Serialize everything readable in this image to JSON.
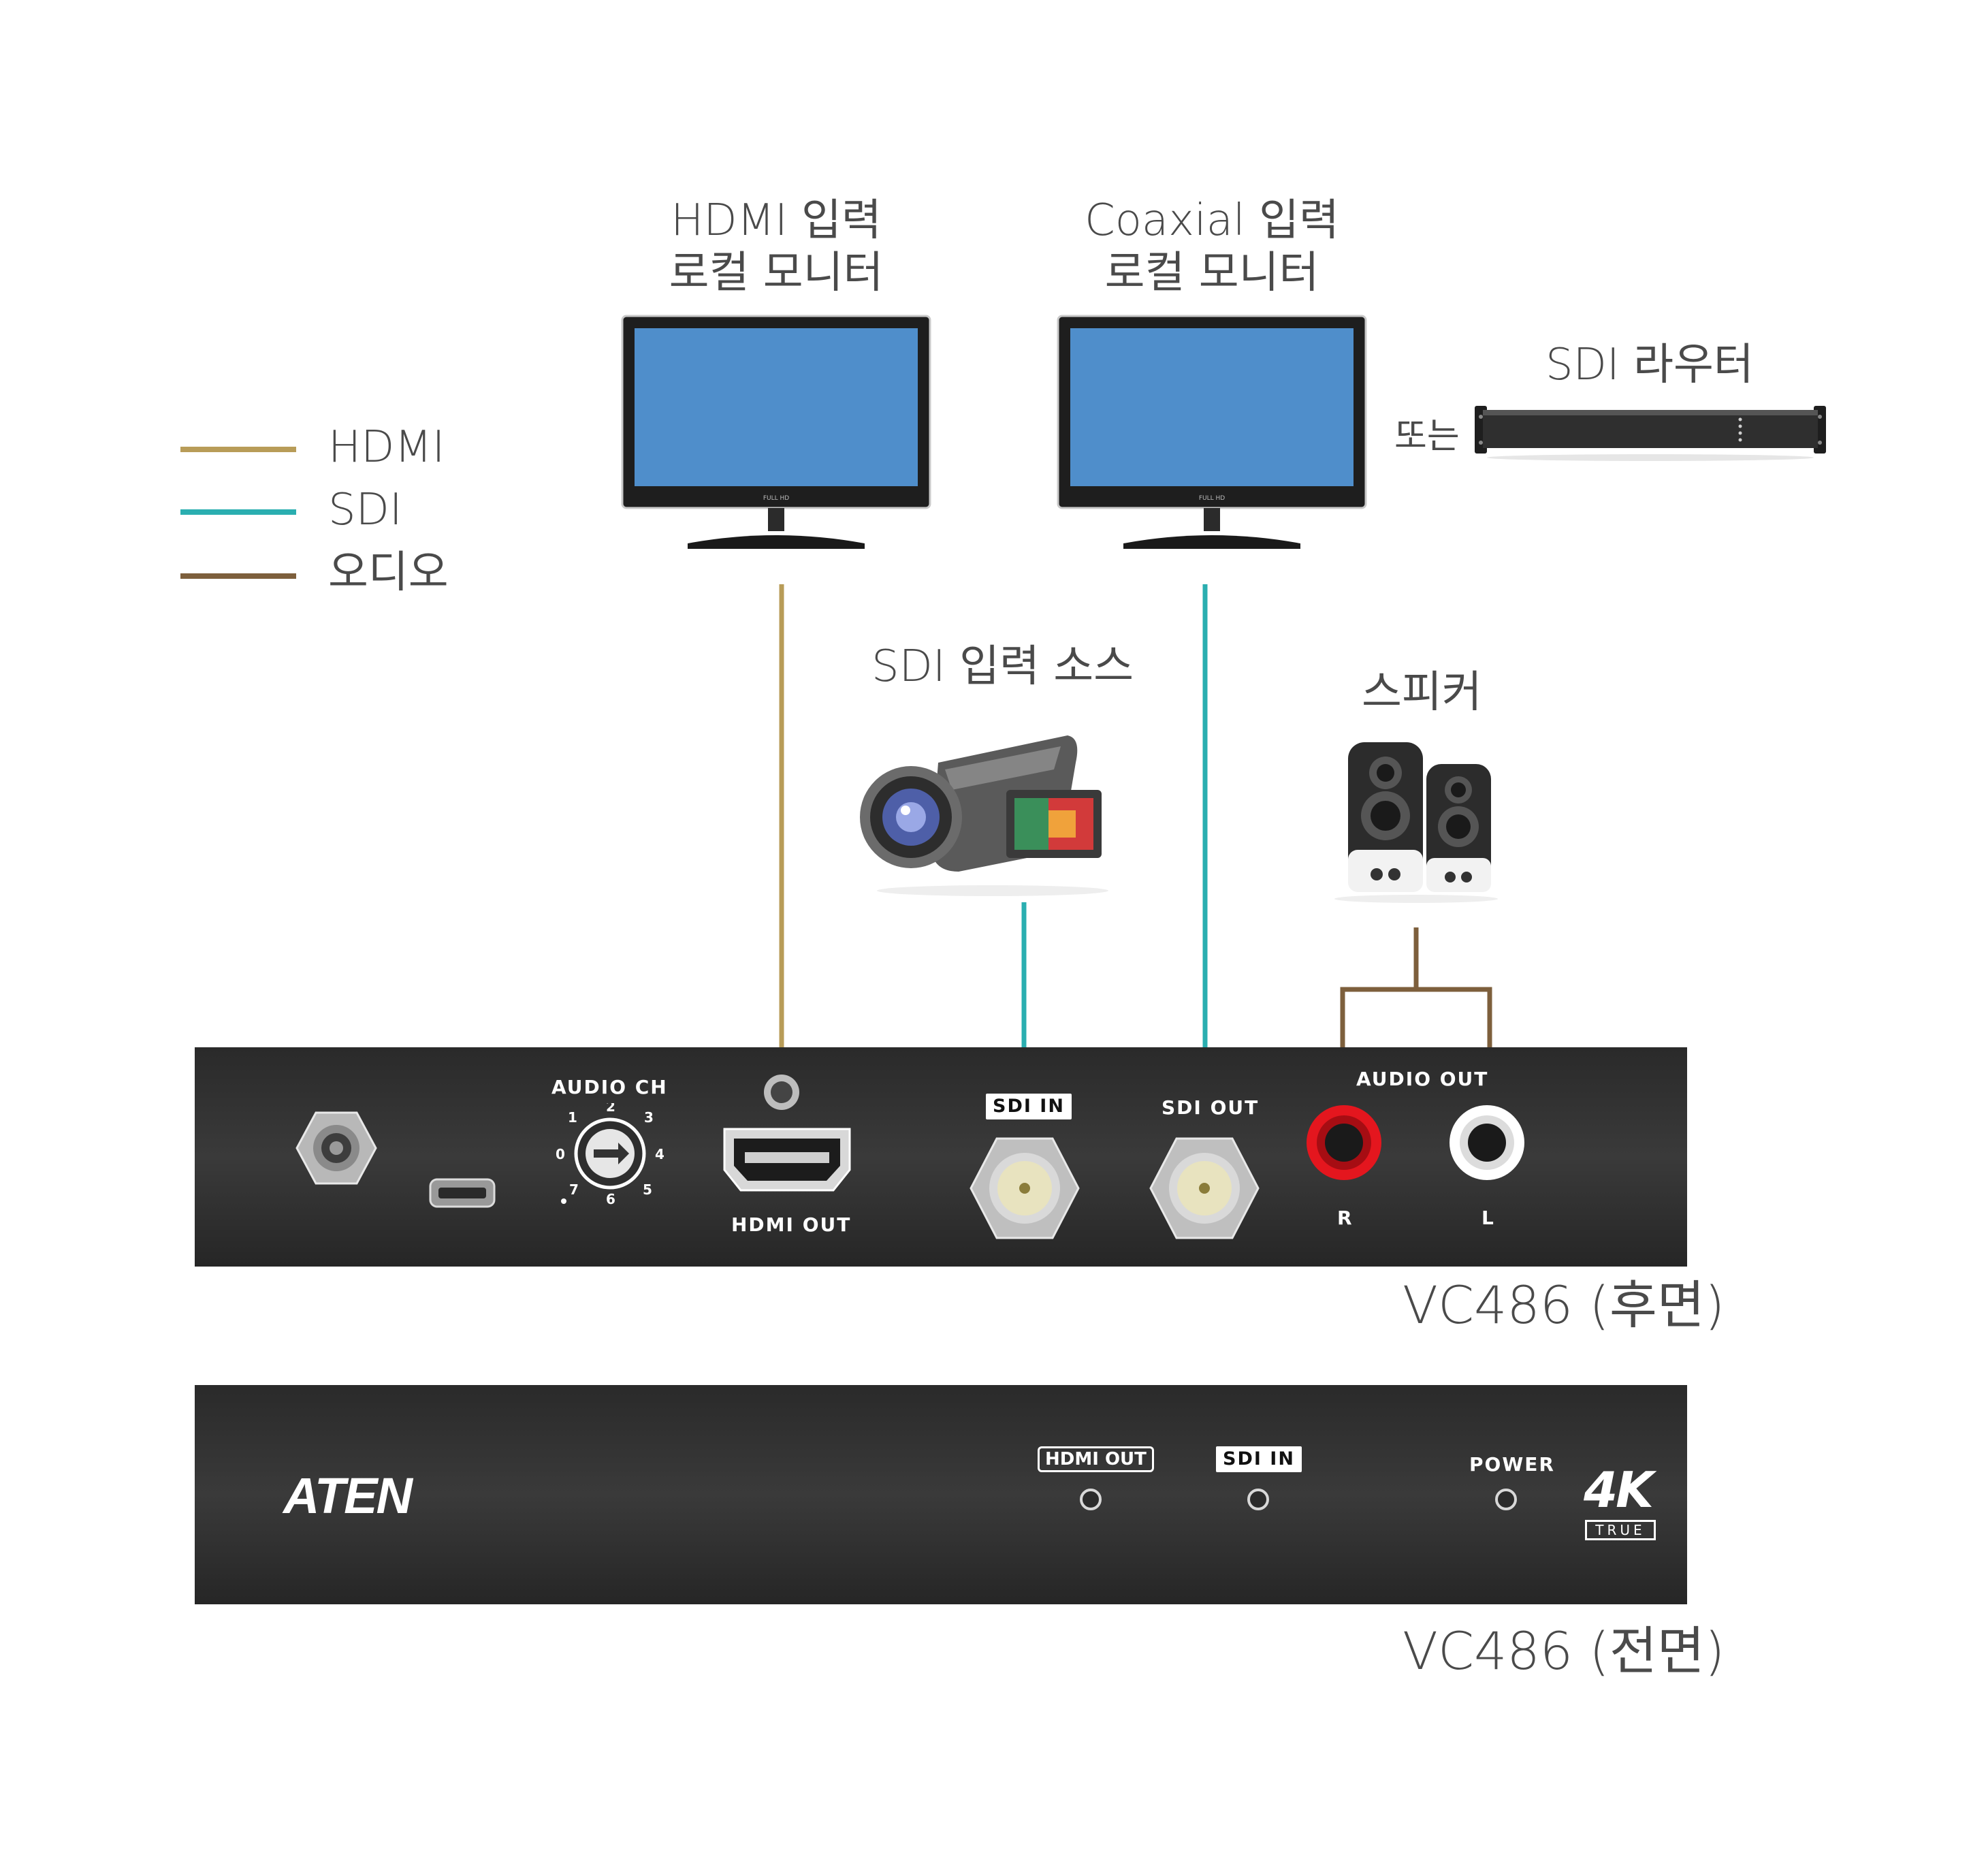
{
  "legend": [
    {
      "label": "HDMI",
      "color": "#b89c58"
    },
    {
      "label": "SDI",
      "color": "#2aaeb0"
    },
    {
      "label": "오디오",
      "color": "#7d5f3c"
    }
  ],
  "devices": {
    "hdmi_monitor": {
      "line1": "HDMI 입력",
      "line2": "로컬 모니터",
      "badge": "FULL HD"
    },
    "coax_monitor": {
      "line1": "Coaxial 입력",
      "line2": "로컬 모니터",
      "badge": "FULL HD"
    },
    "or_text": "또는",
    "sdi_router": "SDI 라우터",
    "sdi_source": "SDI 입력 소스",
    "speaker": "스피커"
  },
  "rear_panel": {
    "caption": "VC486 (후면)",
    "audio_ch": "AUDIO CH",
    "dial_digits": [
      "0",
      "1",
      "2",
      "3",
      "4",
      "5",
      "6",
      "7"
    ],
    "hdmi_out": "HDMI OUT",
    "sdi_in": "SDI  IN",
    "sdi_out": "SDI OUT",
    "audio_out": "AUDIO OUT",
    "r": "R",
    "l": "L"
  },
  "front_panel": {
    "caption": "VC486 (전면)",
    "brand": "ATEN",
    "hdmi_out": "HDMI OUT",
    "sdi_in": "SDI  IN",
    "power": "POWER",
    "badge_4k": "4K",
    "badge_true": "TRUE"
  }
}
